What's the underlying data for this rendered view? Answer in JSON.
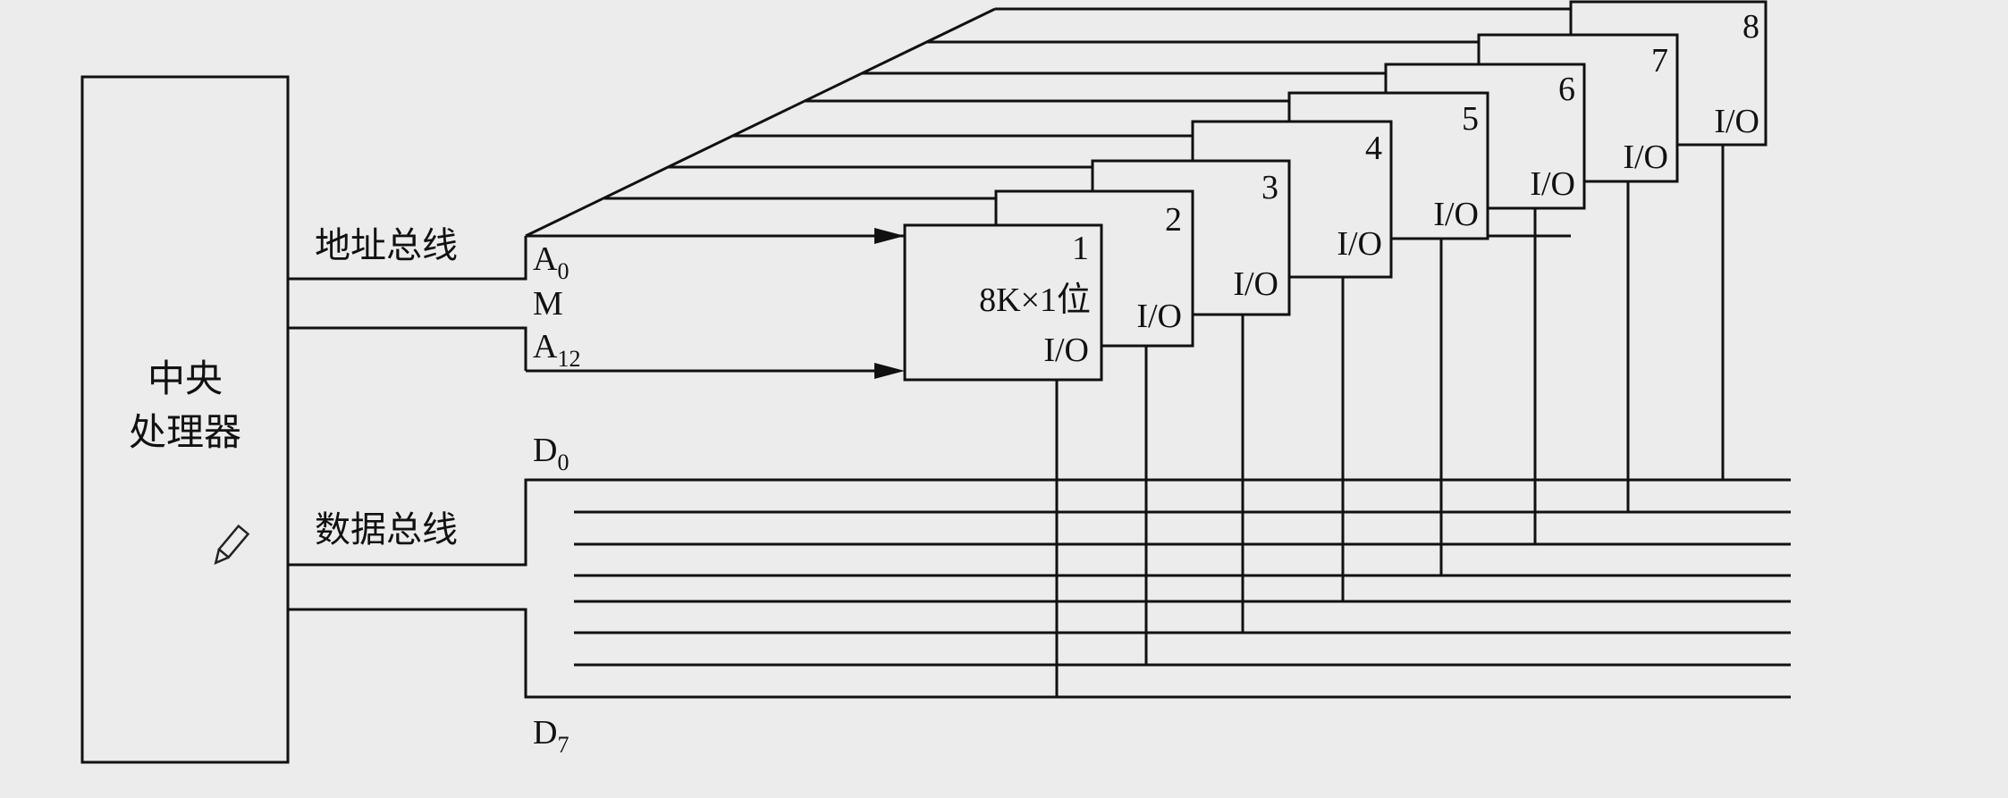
{
  "cpu": {
    "label_line1": "中央",
    "label_line2": "处理器"
  },
  "address_bus": {
    "label": "地址总线",
    "lines": {
      "first": "A",
      "first_sub": "0",
      "middle": "M",
      "last": "A",
      "last_sub": "12"
    }
  },
  "data_bus": {
    "label": "数据总线",
    "lines": {
      "first": "D",
      "first_sub": "0",
      "last": "D",
      "last_sub": "7"
    }
  },
  "chips": [
    {
      "number": "1",
      "capacity": "8K×1位",
      "io": "I/O"
    },
    {
      "number": "2",
      "io": "I/O"
    },
    {
      "number": "3",
      "io": "I/O"
    },
    {
      "number": "4",
      "io": "I/O"
    },
    {
      "number": "5",
      "io": "I/O"
    },
    {
      "number": "6",
      "io": "I/O"
    },
    {
      "number": "7",
      "io": "I/O"
    },
    {
      "number": "8",
      "io": "I/O"
    }
  ],
  "icons": {
    "cursor": "pencil-icon"
  }
}
